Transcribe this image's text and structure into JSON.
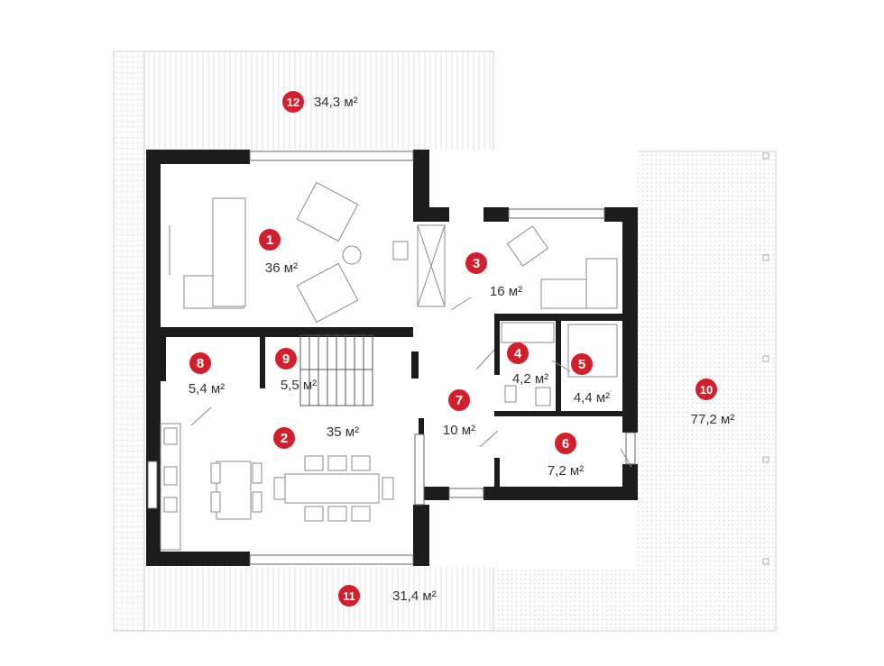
{
  "colors": {
    "wall": "#1c1c1c",
    "badge": "#d21f2b",
    "terrace_hatch": "#e3e3e3",
    "paving_dot": "#d0d0d0",
    "furniture": "#8a8a8a"
  },
  "rooms": [
    {
      "number": "1",
      "area": "36 м²"
    },
    {
      "number": "2",
      "area": "35 м²"
    },
    {
      "number": "3",
      "area": "16 м²"
    },
    {
      "number": "4",
      "area": "4,2 м²"
    },
    {
      "number": "5",
      "area": "4,4 м²"
    },
    {
      "number": "6",
      "area": "7,2 м²"
    },
    {
      "number": "7",
      "area": "10 м²"
    },
    {
      "number": "8",
      "area": "5,4 м²"
    },
    {
      "number": "9",
      "area": "5,5 м²"
    },
    {
      "number": "10",
      "area": "77,2 м²"
    },
    {
      "number": "11",
      "area": "31,4 м²"
    },
    {
      "number": "12",
      "area": "34,3 м²"
    }
  ]
}
